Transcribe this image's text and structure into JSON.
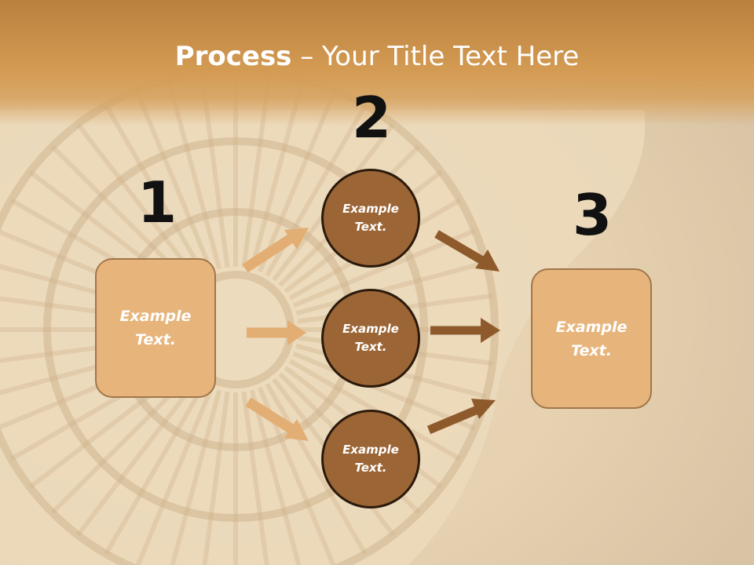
{
  "slide": {
    "title_bold": "Process",
    "title_rest": " – Your Title Text Here"
  },
  "steps": [
    {
      "number": "1",
      "text": "Example\nText."
    },
    {
      "number": "2",
      "text": [
        "Example\nText.",
        "Example\nText.",
        "Example\nText."
      ]
    },
    {
      "number": "3",
      "text": "Example\nText."
    }
  ],
  "colors": {
    "header": "#d39a52",
    "box_fill": "#e7b57c",
    "circle_fill": "#9b6535",
    "arrow_light": "#e2ae74",
    "arrow_dark": "#8e5a2c"
  }
}
